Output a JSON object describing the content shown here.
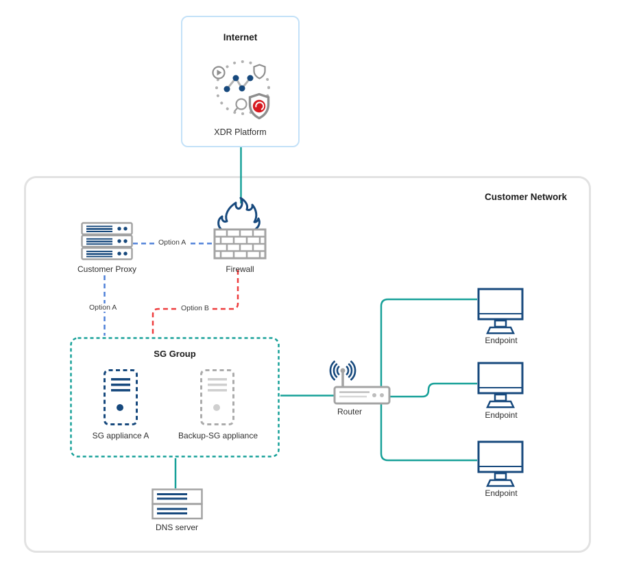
{
  "internet": {
    "title": "Internet",
    "platform_label": "XDR Platform"
  },
  "customer_network": {
    "label": "Customer Network"
  },
  "nodes": {
    "customer_proxy": {
      "label": "Customer Proxy"
    },
    "firewall": {
      "label": "Firewall"
    },
    "sg_group": {
      "title": "SG Group"
    },
    "sg_appliance_a": {
      "label": "SG appliance A"
    },
    "backup_sg_appliance": {
      "label": "Backup-SG appliance"
    },
    "router": {
      "label": "Router"
    },
    "dns_server": {
      "label": "DNS server"
    },
    "endpoint": {
      "label": "Endpoint"
    }
  },
  "connections": {
    "option_a": "Option A",
    "option_b": "Option B"
  },
  "colors": {
    "teal_line": "#16A098",
    "option_a_blue": "#4F80D8",
    "option_b_red": "#EE3B3C",
    "icon_navy": "#17497D",
    "icon_gray": "#A3A3A3",
    "internet_border": "#C3E1F8",
    "network_border": "#E2E2E2",
    "trend_micro_red": "#D71920"
  }
}
